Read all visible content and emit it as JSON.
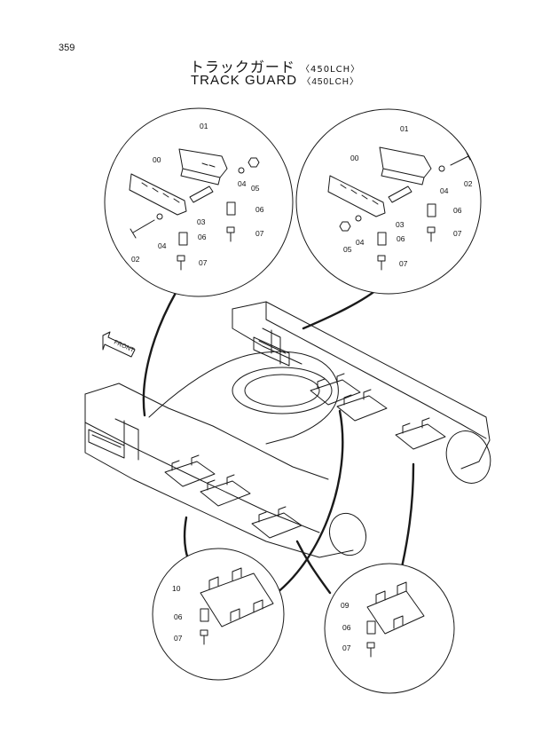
{
  "page_number": "359",
  "title": {
    "jp_text": "トラックガード",
    "jp_model": "〈450LCH〉",
    "en_text": "TRACK  GUARD",
    "en_model": "〈450LCH〉"
  },
  "front_label": "FRONT",
  "details": {
    "upper_left": {
      "labels": [
        "01",
        "00",
        "03",
        "04",
        "05",
        "06",
        "07",
        "02",
        "04",
        "06",
        "07"
      ]
    },
    "upper_right": {
      "labels": [
        "01",
        "00",
        "03",
        "04",
        "02",
        "06",
        "07",
        "05",
        "04",
        "06",
        "07"
      ]
    },
    "lower_left": {
      "labels": [
        "10",
        "06",
        "07"
      ]
    },
    "lower_right": {
      "labels": [
        "09",
        "06",
        "07"
      ]
    }
  },
  "colors": {
    "line": "#1a1a1a",
    "background": "#ffffff"
  }
}
